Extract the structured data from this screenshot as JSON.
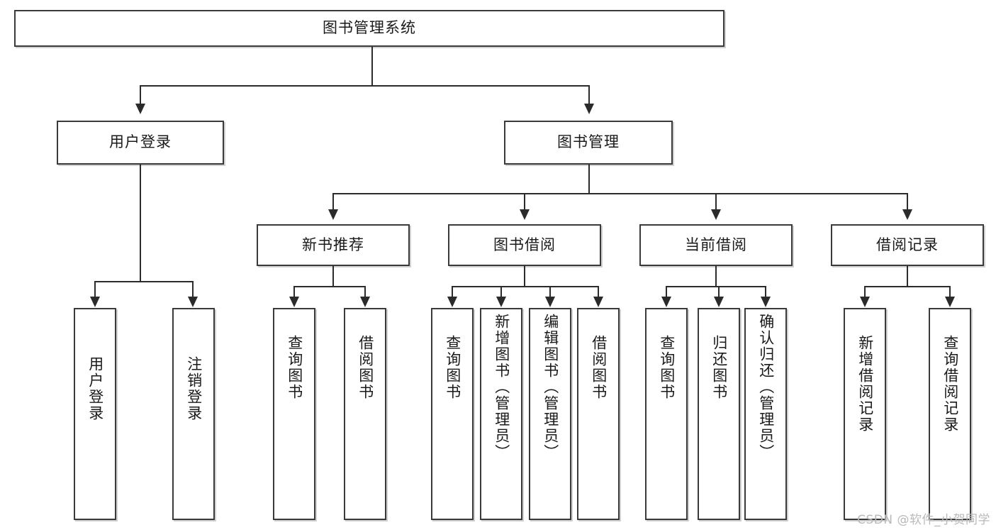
{
  "diagram": {
    "type": "tree-hierarchy",
    "title": "图书管理系统",
    "root": {
      "id": "root",
      "label": "图书管理系统"
    },
    "level2": [
      {
        "id": "user-login",
        "label": "用户登录"
      },
      {
        "id": "book-manage",
        "label": "图书管理"
      }
    ],
    "level3": [
      {
        "id": "new-book-rec",
        "label": "新书推荐",
        "parent": "book-manage"
      },
      {
        "id": "book-borrow",
        "label": "图书借阅",
        "parent": "book-manage"
      },
      {
        "id": "current-borrow",
        "label": "当前借阅",
        "parent": "book-manage"
      },
      {
        "id": "borrow-record",
        "label": "借阅记录",
        "parent": "book-manage"
      }
    ],
    "leaves": {
      "user_login": [
        {
          "id": "leaf-user-login",
          "label": "用户登录"
        },
        {
          "id": "leaf-user-logout",
          "label": "注销登录"
        }
      ],
      "new_book_rec": [
        {
          "id": "leaf-query-book-1",
          "label": "查询图书"
        },
        {
          "id": "leaf-borrow-book-1",
          "label": "借阅图书"
        }
      ],
      "book_borrow": [
        {
          "id": "leaf-query-book-2",
          "label": "查询图书"
        },
        {
          "id": "leaf-add-book",
          "label": "新增图书（管理员）"
        },
        {
          "id": "leaf-edit-book",
          "label": "编辑图书（管理员）"
        },
        {
          "id": "leaf-borrow-book-2",
          "label": "借阅图书"
        }
      ],
      "current_borrow": [
        {
          "id": "leaf-query-book-3",
          "label": "查询图书"
        },
        {
          "id": "leaf-return-book",
          "label": "归还图书"
        },
        {
          "id": "leaf-confirm-return",
          "label": "确认归还（管理员）"
        }
      ],
      "borrow_record": [
        {
          "id": "leaf-add-record",
          "label": "新增借阅记录"
        },
        {
          "id": "leaf-query-record",
          "label": "查询借阅记录"
        }
      ]
    },
    "colors": {
      "border": "#3a3a3a",
      "connector": "#2b2b2b",
      "background": "#ffffff",
      "text": "#1a1a1a",
      "watermark": "#b9b9b9"
    }
  },
  "watermark": {
    "text": "CSDN @软件_小贺同学"
  }
}
